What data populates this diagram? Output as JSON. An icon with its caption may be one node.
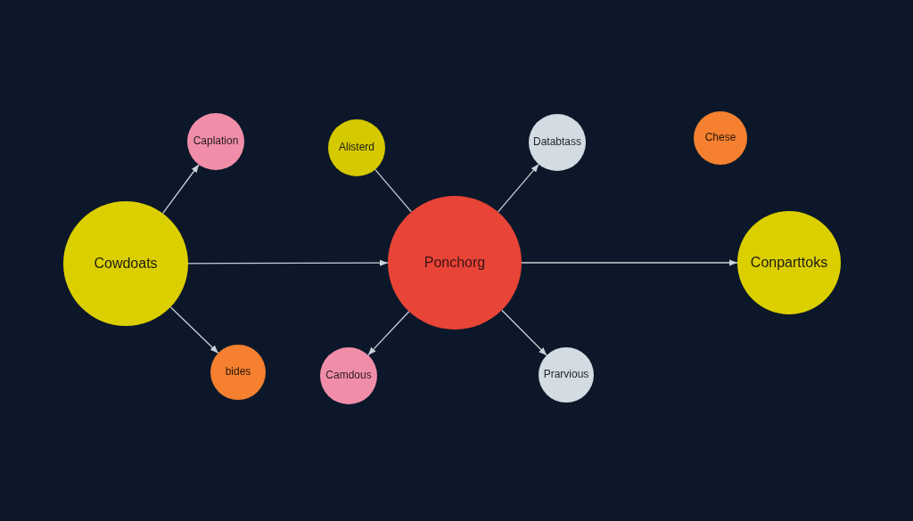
{
  "diagram": {
    "nodes": [
      {
        "text": [
          "Caplation"
        ]
      },
      {
        "text": [
          "Cowdoats"
        ]
      },
      {
        "text": [
          "bides"
        ]
      },
      {
        "text": [
          "Alisterd"
        ]
      },
      {
        "text": [
          "Ponchorg"
        ]
      },
      {
        "text": [
          "Camdous"
        ]
      },
      {
        "text": [
          "Databtass"
        ]
      },
      {
        "text": [
          "Prarvious"
        ]
      },
      {
        "text": [
          "Chese"
        ]
      },
      {
        "text": [
          "Conparttoks"
        ]
      }
    ],
    "edges": [
      {
        "from": 1,
        "to": 0,
        "arrow": "to"
      },
      {
        "from": 1,
        "to": 2,
        "arrow": "to"
      },
      {
        "from": 1,
        "to": 4,
        "arrow": "to"
      },
      {
        "from": 3,
        "to": 4,
        "arrow": "none"
      },
      {
        "from": 4,
        "to": 6,
        "arrow": "to"
      },
      {
        "from": 4,
        "to": 5,
        "arrow": "to"
      },
      {
        "from": 4,
        "to": 7,
        "arrow": "to"
      },
      {
        "from": 4,
        "to": 9,
        "arrow": "to"
      }
    ]
  }
}
